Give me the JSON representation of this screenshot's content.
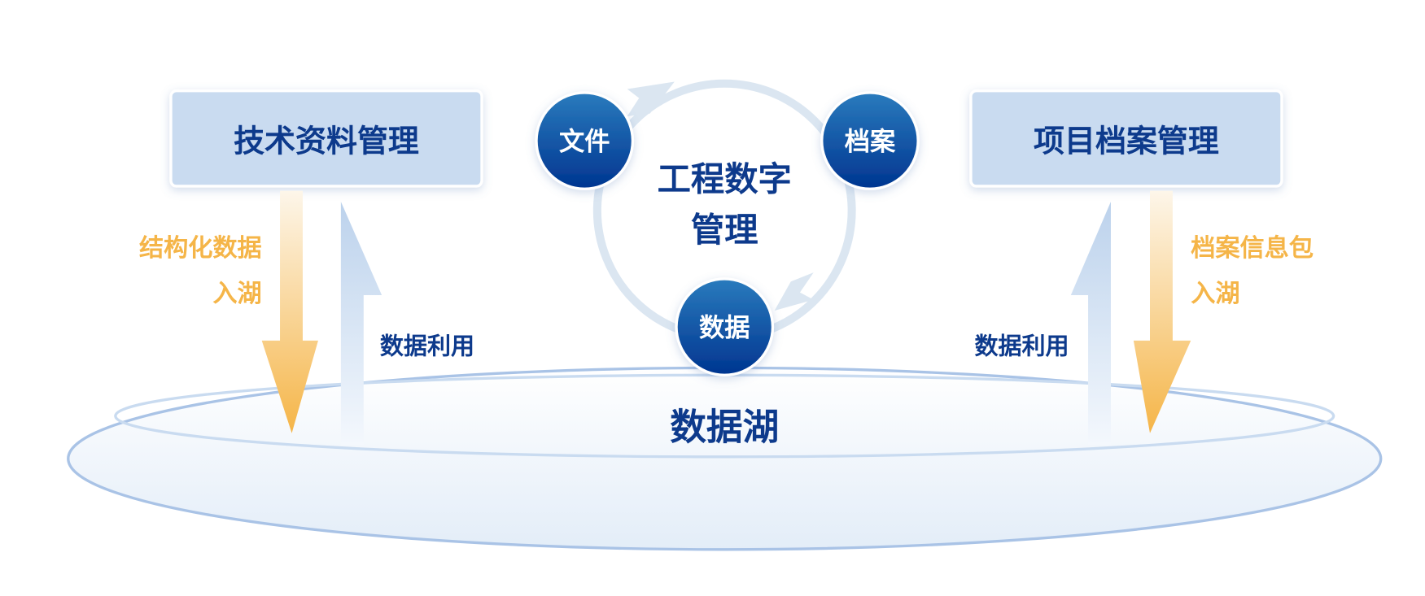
{
  "left_box": {
    "label": "技术资料管理"
  },
  "right_box": {
    "label": "项目档案管理"
  },
  "cycle": {
    "center_line1": "工程数字",
    "center_line2": "管理",
    "nodes": [
      "文件",
      "档案",
      "数据"
    ]
  },
  "left_flow": {
    "in_line1": "结构化数据",
    "in_line2": "入湖",
    "use": "数据利用"
  },
  "right_flow": {
    "in_line1": "档案信息包",
    "in_line2": "入湖",
    "use": "数据利用"
  },
  "lake": {
    "label": "数据湖"
  },
  "colors": {
    "navy": "#0d3a8c",
    "orange": "#f5b548",
    "box": "#c9dbf0",
    "node_top": "#2a7bbd",
    "node_bottom": "#003590"
  }
}
